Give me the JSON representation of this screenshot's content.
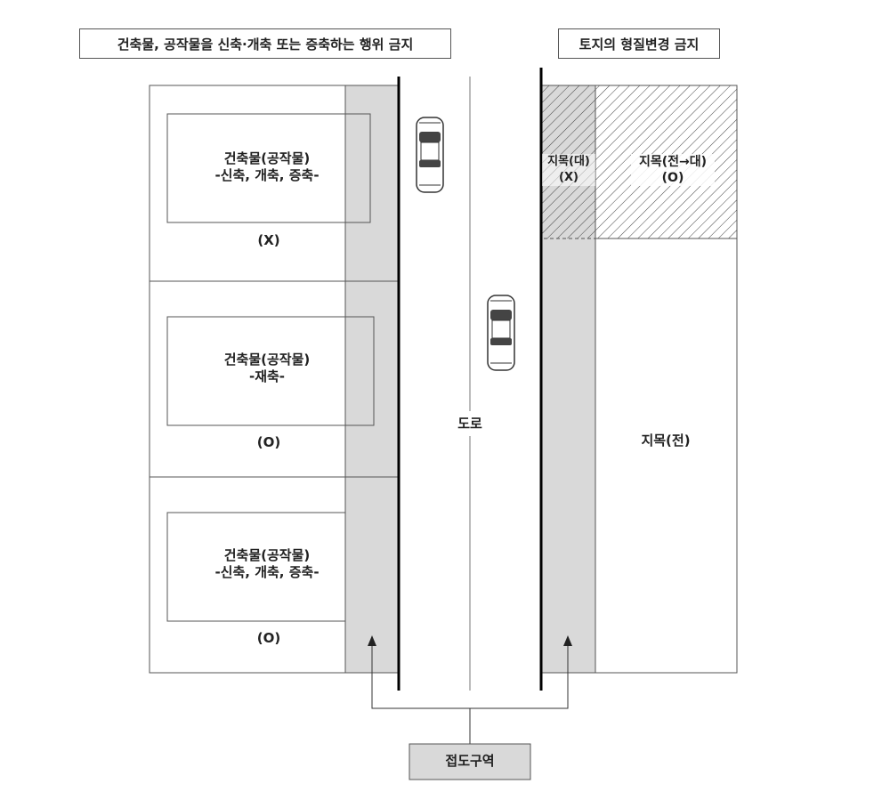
{
  "headers": {
    "left": "건축물, 공작물을 신축·개축 또는 증축하는 행위 금지",
    "right": "토지의 형질변경 금지"
  },
  "left_lots": [
    {
      "line1": "건축물(공작물)",
      "line2": "-신축, 개축, 증축-",
      "verdict": "(X)"
    },
    {
      "line1": "건축물(공작물)",
      "line2": "-재축-",
      "verdict": "(O)"
    },
    {
      "line1": "건축물(공작물)",
      "line2": "-신축, 개축, 증축-",
      "verdict": "(O)"
    }
  ],
  "road": {
    "label": "도로"
  },
  "right_parcels": {
    "strip": {
      "line1": "지목(대)",
      "line2": "(X)"
    },
    "changed": {
      "line1": "지목(전→대)",
      "line2": "(O)"
    },
    "field": {
      "label": "지목(전)"
    }
  },
  "road_access_zone": {
    "label": "접도구역"
  },
  "colors": {
    "zone_fill": "#d9d9d9",
    "line": "#555555",
    "road_edge": "#000000",
    "hatch": "#444444"
  }
}
